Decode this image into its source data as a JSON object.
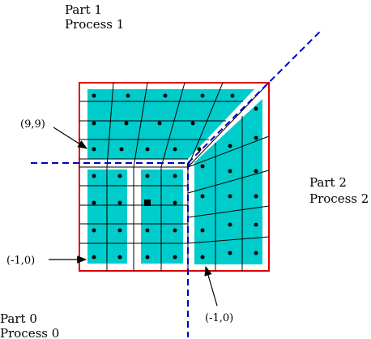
{
  "labels": {
    "part1": "Part 1",
    "process1": "Process 1",
    "part2": "Part 2",
    "process2": "Process 2",
    "part0": "Part 0",
    "process0": "Process 0",
    "coord_99": "(9,9)",
    "coord_m10_left": "(-1,0)",
    "coord_m10_bottom": "(-1,0)"
  },
  "colors": {
    "fill": "#00cccc",
    "frame": "#e00000",
    "dashed": "#0000bb",
    "grid": "#000000",
    "background": "#ffffff"
  }
}
